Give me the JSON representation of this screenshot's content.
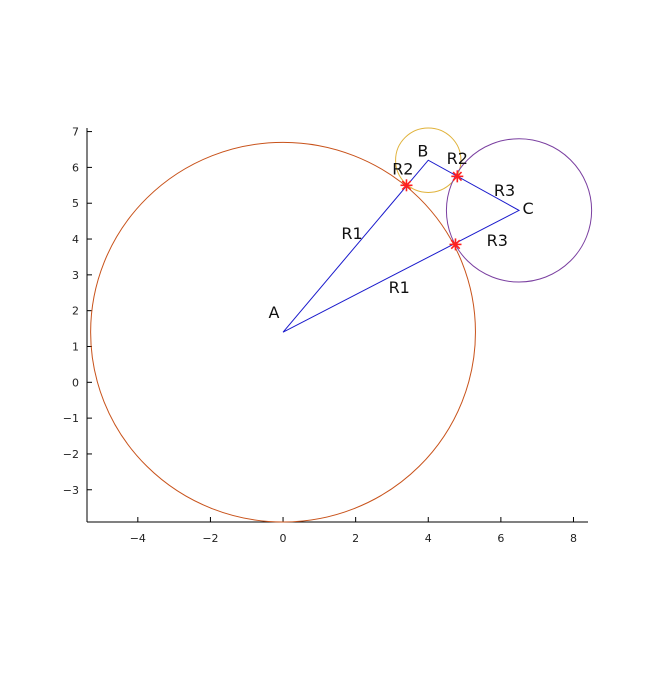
{
  "chart_data": {
    "type": "scatter",
    "xlim": [
      -5.4,
      8.4
    ],
    "ylim": [
      -3.9,
      7.1
    ],
    "xticks": [
      -4,
      -2,
      0,
      2,
      4,
      6,
      8
    ],
    "yticks": [
      -3,
      -2,
      -1,
      0,
      1,
      2,
      3,
      4,
      5,
      6,
      7
    ],
    "xtick_labels": [
      "−4",
      "−2",
      "0",
      "2",
      "4",
      "6",
      "8"
    ],
    "ytick_labels": [
      "−3",
      "−2",
      "−1",
      "0",
      "1",
      "2",
      "3",
      "4",
      "5",
      "6",
      "7"
    ],
    "grid": false,
    "axes_box": "bottom-left",
    "circles": [
      {
        "center": [
          0.0,
          1.4
        ],
        "radius": 5.3,
        "color": "#c8521a"
      },
      {
        "center": [
          4.0,
          6.2
        ],
        "radius": 0.9,
        "color": "#e0b23a"
      },
      {
        "center": [
          6.5,
          4.8
        ],
        "radius": 2.0,
        "color": "#7a3fa0"
      }
    ],
    "points": [
      {
        "name": "A",
        "x": 0.0,
        "y": 1.4,
        "label": "A",
        "label_dx": -0.25,
        "label_dy": 0.4
      },
      {
        "name": "B",
        "x": 4.0,
        "y": 6.2,
        "label": "B",
        "label_dx": -0.15,
        "label_dy": 0.1
      },
      {
        "name": "C",
        "x": 6.5,
        "y": 4.8,
        "label": "C",
        "label_dx": 0.25,
        "label_dy": -0.1
      }
    ],
    "triangle": {
      "vertices": [
        "A",
        "B",
        "C"
      ],
      "color": "#1a1acc"
    },
    "segment_labels": [
      {
        "text": "R1",
        "x": 1.9,
        "y": 4.0
      },
      {
        "text": "R1",
        "x": 3.2,
        "y": 2.5
      },
      {
        "text": "R2",
        "x": 3.3,
        "y": 5.8
      },
      {
        "text": "R2",
        "x": 4.8,
        "y": 6.1
      },
      {
        "text": "R3",
        "x": 6.1,
        "y": 5.2
      },
      {
        "text": "R3",
        "x": 5.9,
        "y": 3.8
      }
    ],
    "markers": [
      {
        "x": 3.4,
        "y": 5.5
      },
      {
        "x": 4.8,
        "y": 5.75
      },
      {
        "x": 4.75,
        "y": 3.85
      }
    ],
    "marker_color": "#ff2020"
  }
}
